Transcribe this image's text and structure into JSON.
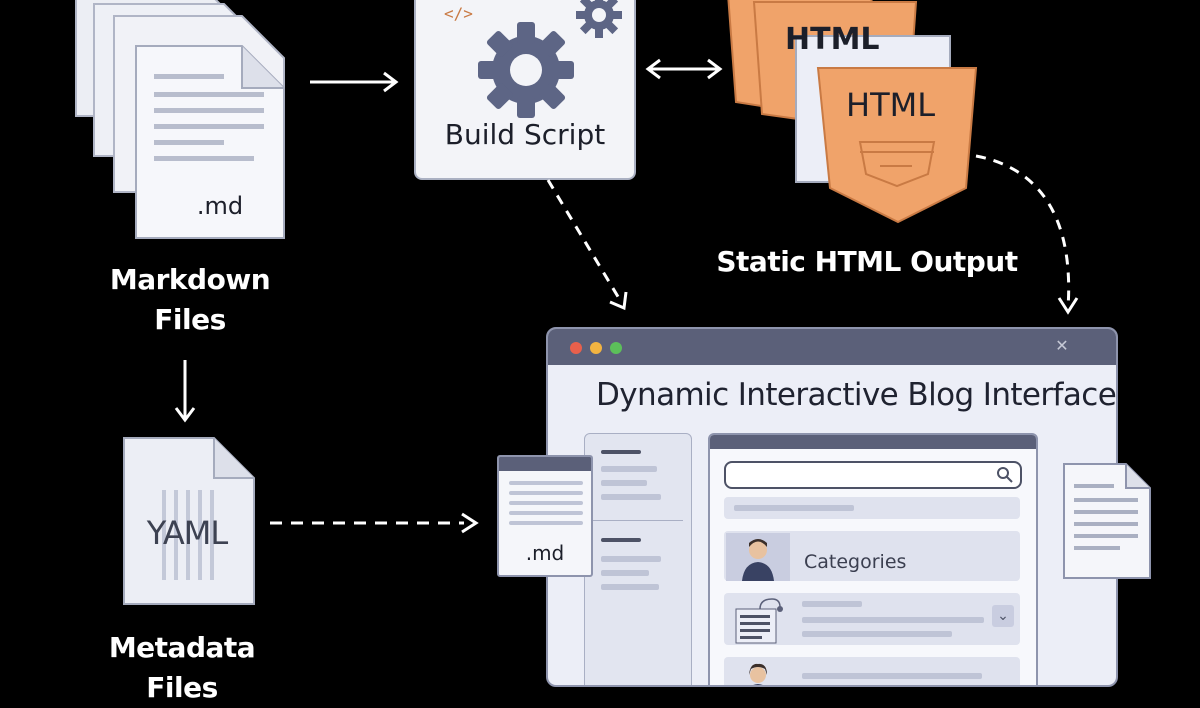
{
  "markdown": {
    "file_ext": ".md",
    "label_line1": "Markdown",
    "label_line2": "Files"
  },
  "build": {
    "title": "Build Script",
    "code_glyph": "</>"
  },
  "html_output": {
    "badge_text": "HTML",
    "back_badge_text": "HTML",
    "label": "Static HTML Output"
  },
  "metadata": {
    "file_text": "YAML",
    "label_line1": "Metadata",
    "label_line2": "Files"
  },
  "browser": {
    "title": "Dynamic Interactive Blog Interface",
    "md_card_ext": ".md",
    "category_label": "Categories",
    "dot_colors": [
      "#e8604c",
      "#f2b441",
      "#5cc05a"
    ]
  },
  "colors": {
    "html_orange": "#f0a36a",
    "html_orange_dark": "#c97a44",
    "doc_fill": "#f5f6fa",
    "accent_slate": "#5b6079"
  }
}
